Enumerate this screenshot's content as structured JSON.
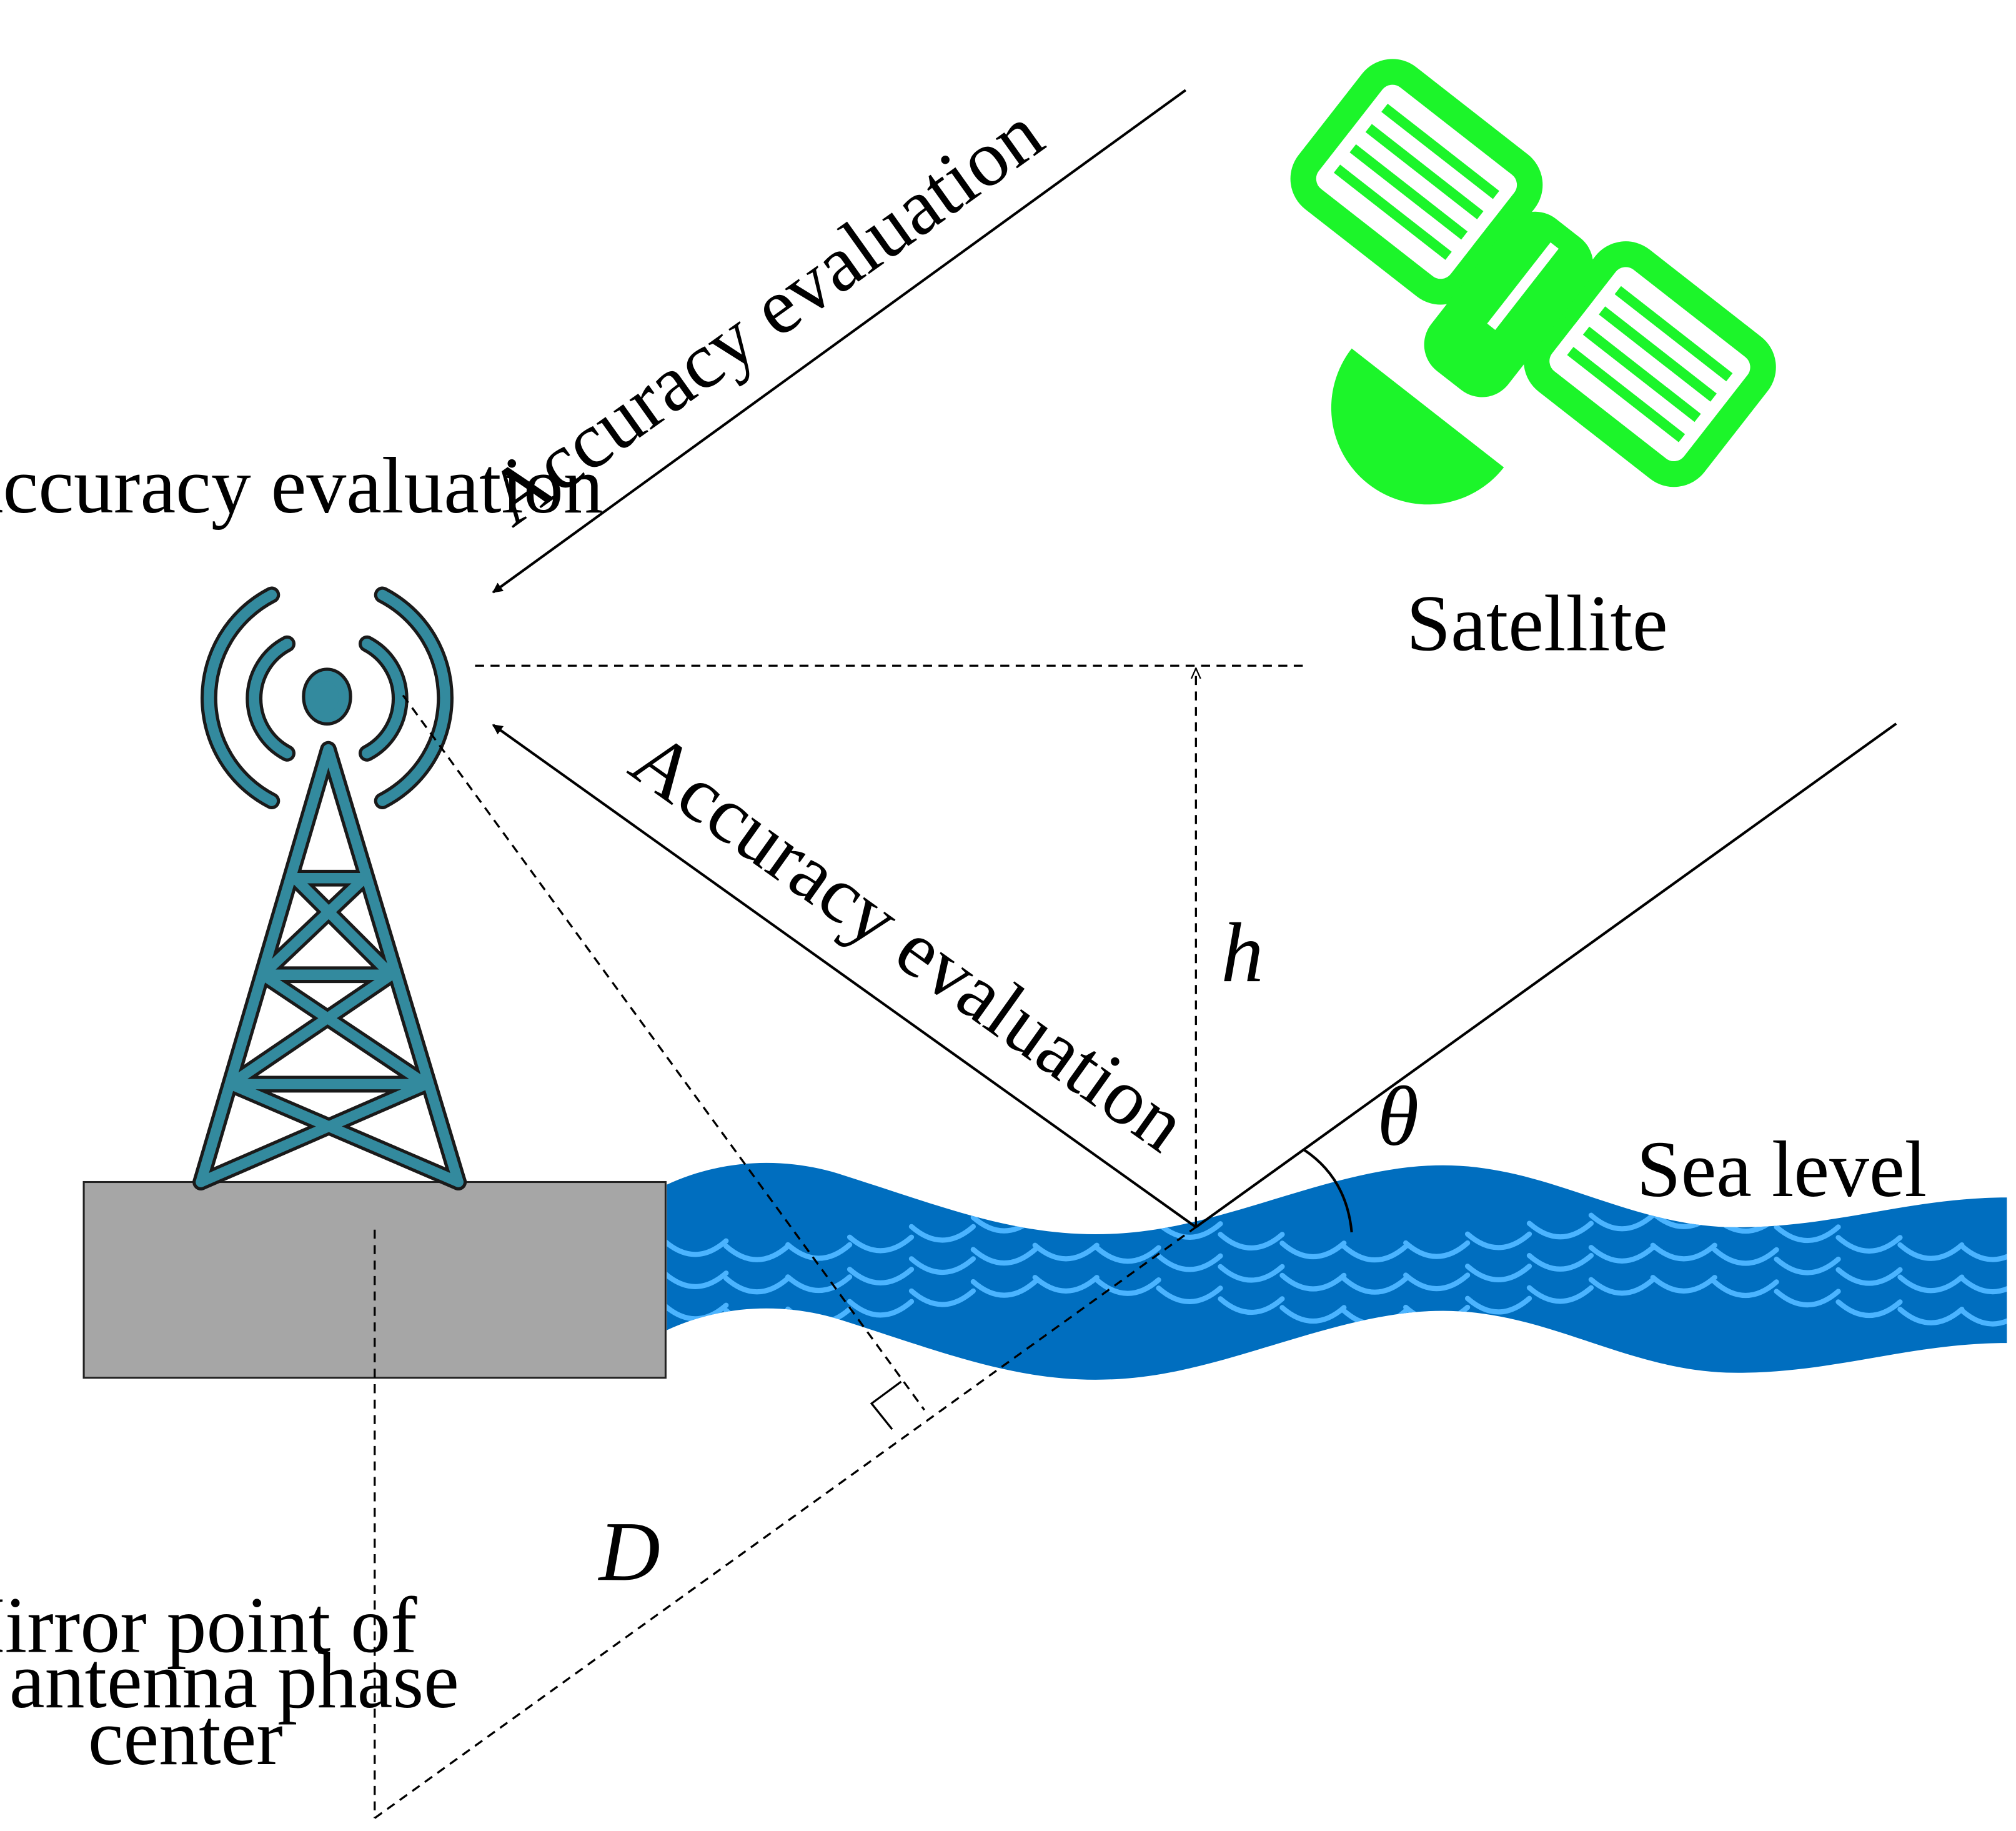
{
  "labels": {
    "tower_top": "Accuracy evaluation",
    "direct_path": "Accuracy evaluation",
    "reflected_path": "Accuracy evaluation",
    "satellite": "Satellite",
    "sea_level": "Sea level",
    "height_symbol": "h",
    "angle_symbol": "θ",
    "distance_symbol": "D",
    "mirror_point_lines": [
      "Mirror point of",
      "the antenna phase",
      "center"
    ]
  },
  "colors": {
    "tower": "#338a9e",
    "sea": "#006ebf",
    "wave_lines": "#4bb4ff",
    "platform": "#a6a6a6",
    "satellite": "#1cf52a",
    "lines": "#000000",
    "background": "#ffffff"
  },
  "icons": {
    "tower": "radio-tower-icon",
    "satellite": "satellite-icon"
  }
}
